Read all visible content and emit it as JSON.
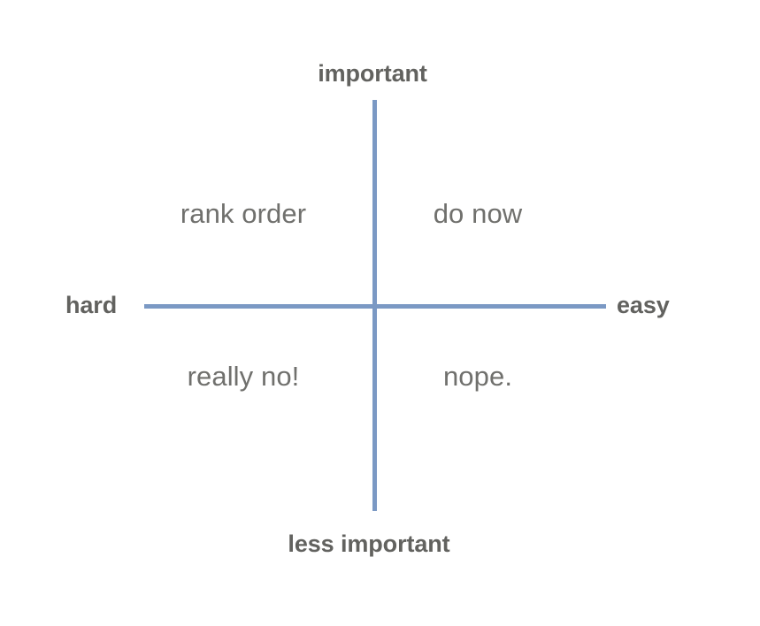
{
  "diagram": {
    "type": "2x2-prioritization-matrix",
    "background_color": "#ffffff",
    "axis_color": "#7b99c4",
    "pole_label_color": "#62625f",
    "quadrant_label_color": "#70706d",
    "axes": {
      "vertical": {
        "top_label": "important",
        "bottom_label": "less important"
      },
      "horizontal": {
        "left_label": "hard",
        "right_label": "easy"
      }
    },
    "quadrants": [
      {
        "position": "top-left",
        "label": "rank order",
        "vertical": "important",
        "horizontal": "hard"
      },
      {
        "position": "top-right",
        "label": "do now",
        "vertical": "important",
        "horizontal": "easy"
      },
      {
        "position": "bottom-left",
        "label": "really no!",
        "vertical": "less important",
        "horizontal": "hard"
      },
      {
        "position": "bottom-right",
        "label": "nope.",
        "vertical": "less important",
        "horizontal": "easy"
      }
    ]
  }
}
